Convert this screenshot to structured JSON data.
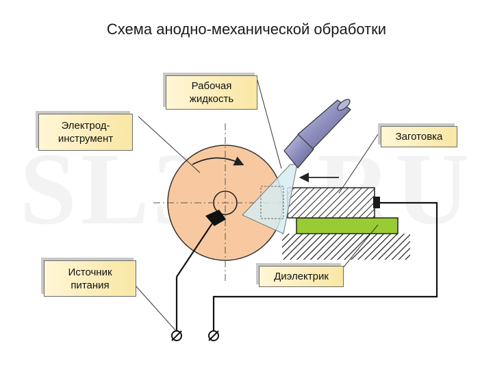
{
  "title": "Схема анодно-механической обработки",
  "watermark": "SL3D.RU",
  "labels": {
    "fluid": "Рабочая\nжидкость",
    "electrode": "Электрод-\nинструмент",
    "workpiece": "Заготовка",
    "power": "Источник\nпитания",
    "dielectric": "Диэлектрик"
  },
  "colors": {
    "disk": "#f8c9a0",
    "nozzle": "#8585b5",
    "fluid_jet": "#d6ecf0",
    "dielectric": "#99cc33",
    "callout_bg": "#f9e7a4"
  },
  "icons": [
    "rotation-arrow-icon",
    "feed-arrow-icon",
    "terminal-icon"
  ]
}
